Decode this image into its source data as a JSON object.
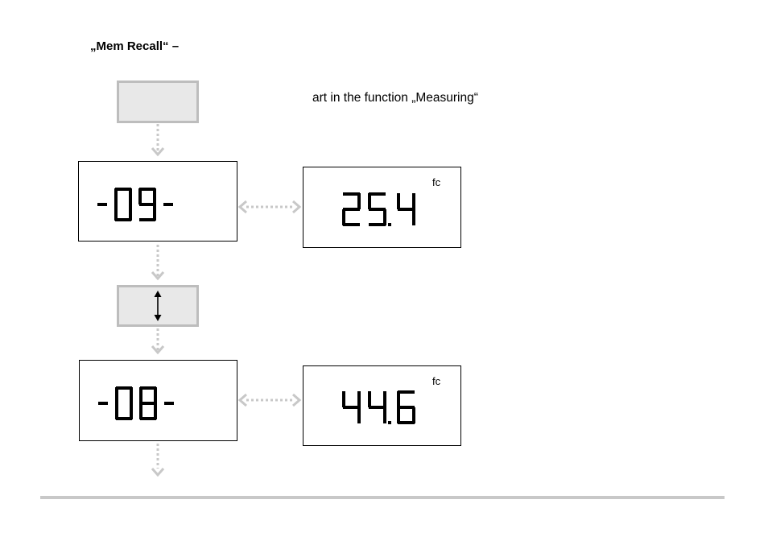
{
  "header": {
    "title": "„Mem Recall“ –"
  },
  "note": {
    "text": "art in the function „Measuring“"
  },
  "key_up_down": {
    "icon": "up-down-arrow-icon"
  },
  "memory_1": {
    "slot": "-09-",
    "reading": "25.4",
    "unit": "fc"
  },
  "memory_2": {
    "slot": "-08-",
    "reading": "44.6",
    "unit": "fc"
  },
  "colors": {
    "key_fill": "#e8e8e8",
    "key_border": "#bdbdbd",
    "connector": "#c8c8c8",
    "lcd_border": "#000000",
    "rule": "#c8c8c8"
  }
}
